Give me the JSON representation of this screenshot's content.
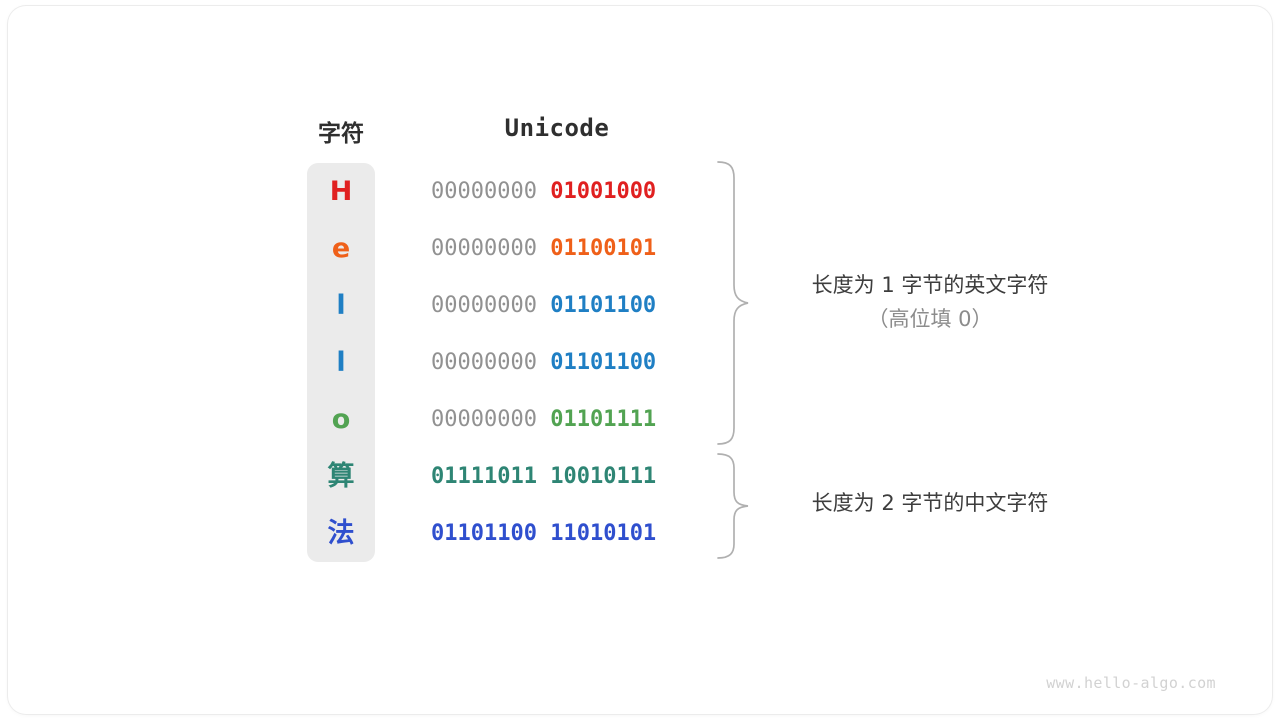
{
  "card": {
    "background": "#ffffff",
    "border_color": "#ececec"
  },
  "headers": {
    "character": "字符",
    "unicode": "Unicode"
  },
  "colors": {
    "header_text": "#2f2f2f",
    "high_bits": "#919191",
    "column_panel": "#ebebeb",
    "brace": "#b0b0b0",
    "annotation_primary": "#3d3d3d",
    "annotation_secondary": "#8c8c8c",
    "watermark": "#d2d2d2"
  },
  "rows": [
    {
      "char": "H",
      "char_color": "#e02020",
      "high": "00000000",
      "low": "01001000",
      "bits_color": "#e02020",
      "group": "ascii",
      "two_byte": false
    },
    {
      "char": "e",
      "char_color": "#ef6019",
      "high": "00000000",
      "low": "01100101",
      "bits_color": "#ef6019",
      "group": "ascii",
      "two_byte": false
    },
    {
      "char": "l",
      "char_color": "#1f7fc4",
      "high": "00000000",
      "low": "01101100",
      "bits_color": "#1f7fc4",
      "group": "ascii",
      "two_byte": false
    },
    {
      "char": "l",
      "char_color": "#1f7fc4",
      "high": "00000000",
      "low": "01101100",
      "bits_color": "#1f7fc4",
      "group": "ascii",
      "two_byte": false
    },
    {
      "char": "o",
      "char_color": "#52a352",
      "high": "00000000",
      "low": "01101111",
      "bits_color": "#52a352",
      "group": "ascii",
      "two_byte": false
    },
    {
      "char": "算",
      "char_color": "#2e8574",
      "high": "01111011",
      "low": "10010111",
      "bits_color": "#2e8574",
      "group": "cjk",
      "two_byte": true
    },
    {
      "char": "法",
      "char_color": "#2f4fce",
      "high": "01101100",
      "low": "11010101",
      "bits_color": "#2f4fce",
      "group": "cjk",
      "two_byte": true
    }
  ],
  "annotations": {
    "ascii": {
      "line1": "长度为 1 字节的英文字符",
      "line2": "（高位填 0）"
    },
    "cjk": {
      "line1": "长度为 2 字节的中文字符",
      "line2": ""
    }
  },
  "watermark": "www.hello-algo.com"
}
